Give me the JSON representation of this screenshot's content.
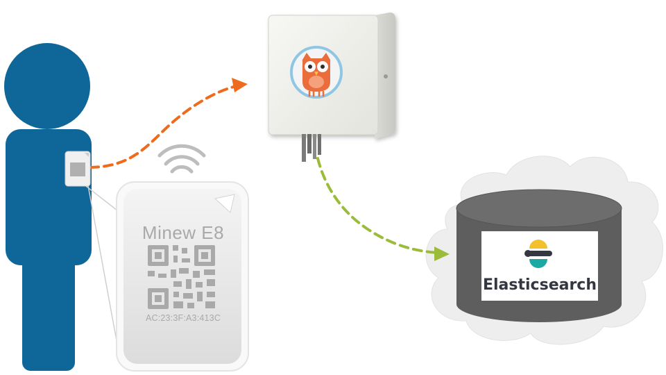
{
  "tag": {
    "model_label": "Minew E8",
    "mac_address": "AC:23:3F:A3:413C"
  },
  "database": {
    "brand_label": "Elasticsearch"
  },
  "colors": {
    "person": "#0f6699",
    "arrow_to_gateway": "#ee6a1c",
    "arrow_to_database": "#9bbb3a",
    "cloud": "#eeeeee",
    "database": "#5e5e5e",
    "es_yellow": "#f3c12c",
    "es_teal": "#1ba9a4",
    "es_dark": "#343741"
  },
  "icons": [
    "person-icon",
    "wifi-signal-icon",
    "owl-logo-icon",
    "cloud-icon",
    "database-icon",
    "elasticsearch-logo-icon",
    "qr-code-icon"
  ]
}
